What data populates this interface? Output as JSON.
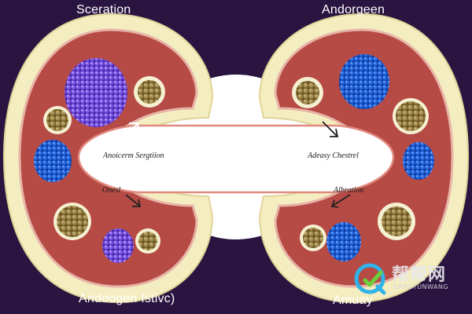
{
  "labels": {
    "top_left": "Sceration",
    "top_right": "Andorgeen",
    "bottom_left": "Andoogen Istivc)",
    "bottom_right": "Amuay",
    "inner_top_left": "Anoicerm Sergtiion",
    "inner_top_right": "Adeasy Chestrel",
    "inner_bottom_left": "Onesl",
    "inner_bottom_right": "Albration"
  },
  "watermark": {
    "chinese": "帮帮网",
    "latin": "BANGYUNWANG"
  },
  "colors": {
    "background": "#2a1540",
    "outer_ring": "#f4edc0",
    "tissue": "#b64a44",
    "center": "#ffffff",
    "blue_cluster": "#1e5fd0",
    "purple_cluster": "#7a4fe0",
    "tan_cluster": "#9b8448"
  }
}
